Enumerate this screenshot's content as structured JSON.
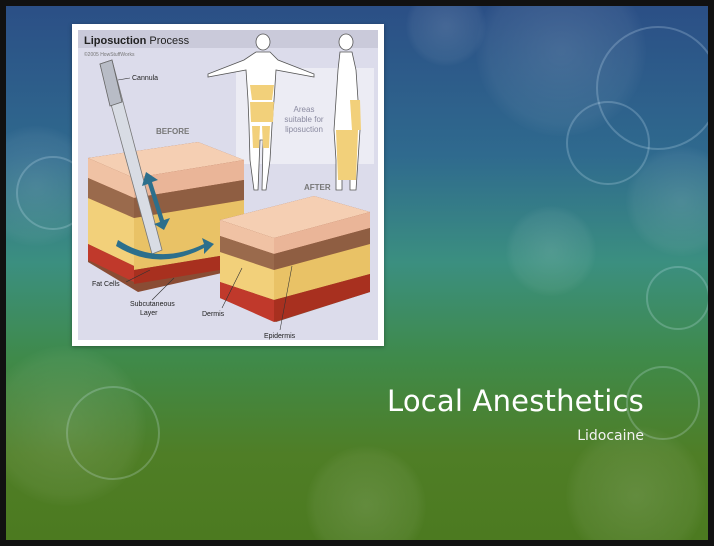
{
  "slide": {
    "title": "Local Anesthetics",
    "subtitle": "Lidocaine"
  },
  "figure": {
    "heading_bold": "Liposuction",
    "heading_rest": " Process",
    "copyright": "©2005 HowStuffWorks",
    "before_label": "BEFORE",
    "after_label": "AFTER",
    "areas_line1": "Areas",
    "areas_line2": "suitable for",
    "areas_line3": "liposuction",
    "labels": {
      "cannula": "Cannula",
      "fat_cells": "Fat Cells",
      "subcutaneous_1": "Subcutaneous",
      "subcutaneous_2": "Layer",
      "dermis": "Dermis",
      "epidermis": "Epidermis"
    },
    "colors": {
      "panel": "#dcdceb",
      "skin": "#f0c2a4",
      "dermis": "#9a6a4c",
      "fat": "#f2d07a",
      "muscle": "#c0392b",
      "arrow": "#2c6f8c"
    }
  }
}
